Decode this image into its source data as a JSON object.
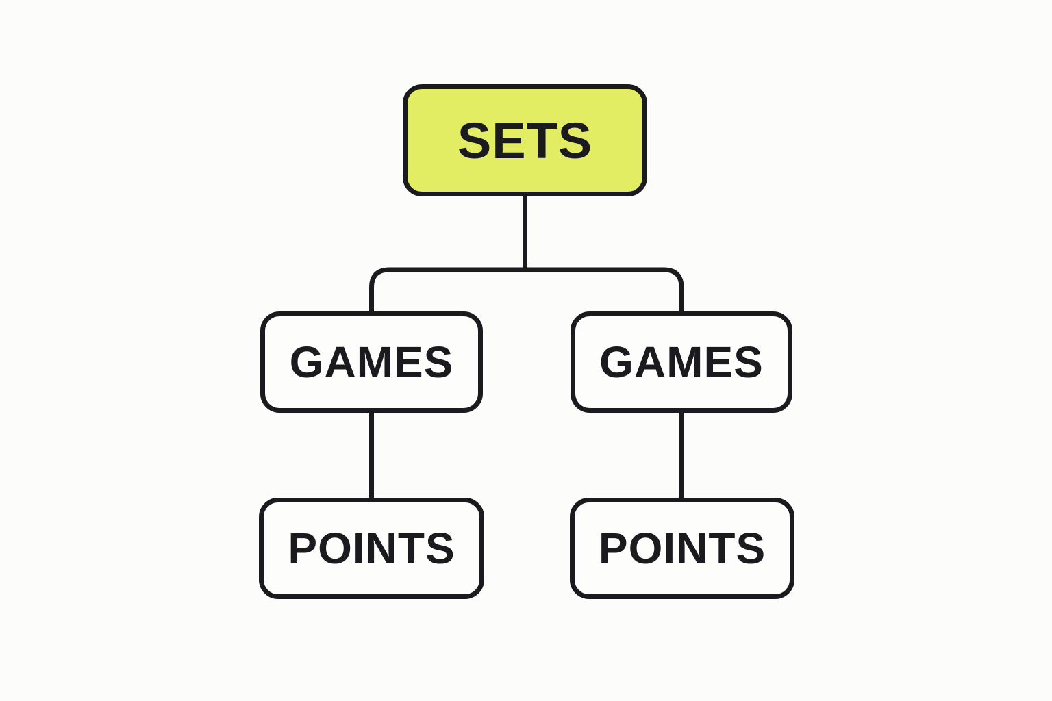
{
  "colors": {
    "background": "#fcfcfa",
    "stroke": "#1b1b1f",
    "root_fill": "#e3ed63",
    "node_fill": "#fdfdfc",
    "text": "#1b1b1f"
  },
  "diagram": {
    "type": "tree",
    "root": {
      "label": "SETS"
    },
    "children": [
      {
        "label": "GAMES",
        "child": {
          "label": "POINTS"
        }
      },
      {
        "label": "GAMES",
        "child": {
          "label": "POINTS"
        }
      }
    ]
  }
}
